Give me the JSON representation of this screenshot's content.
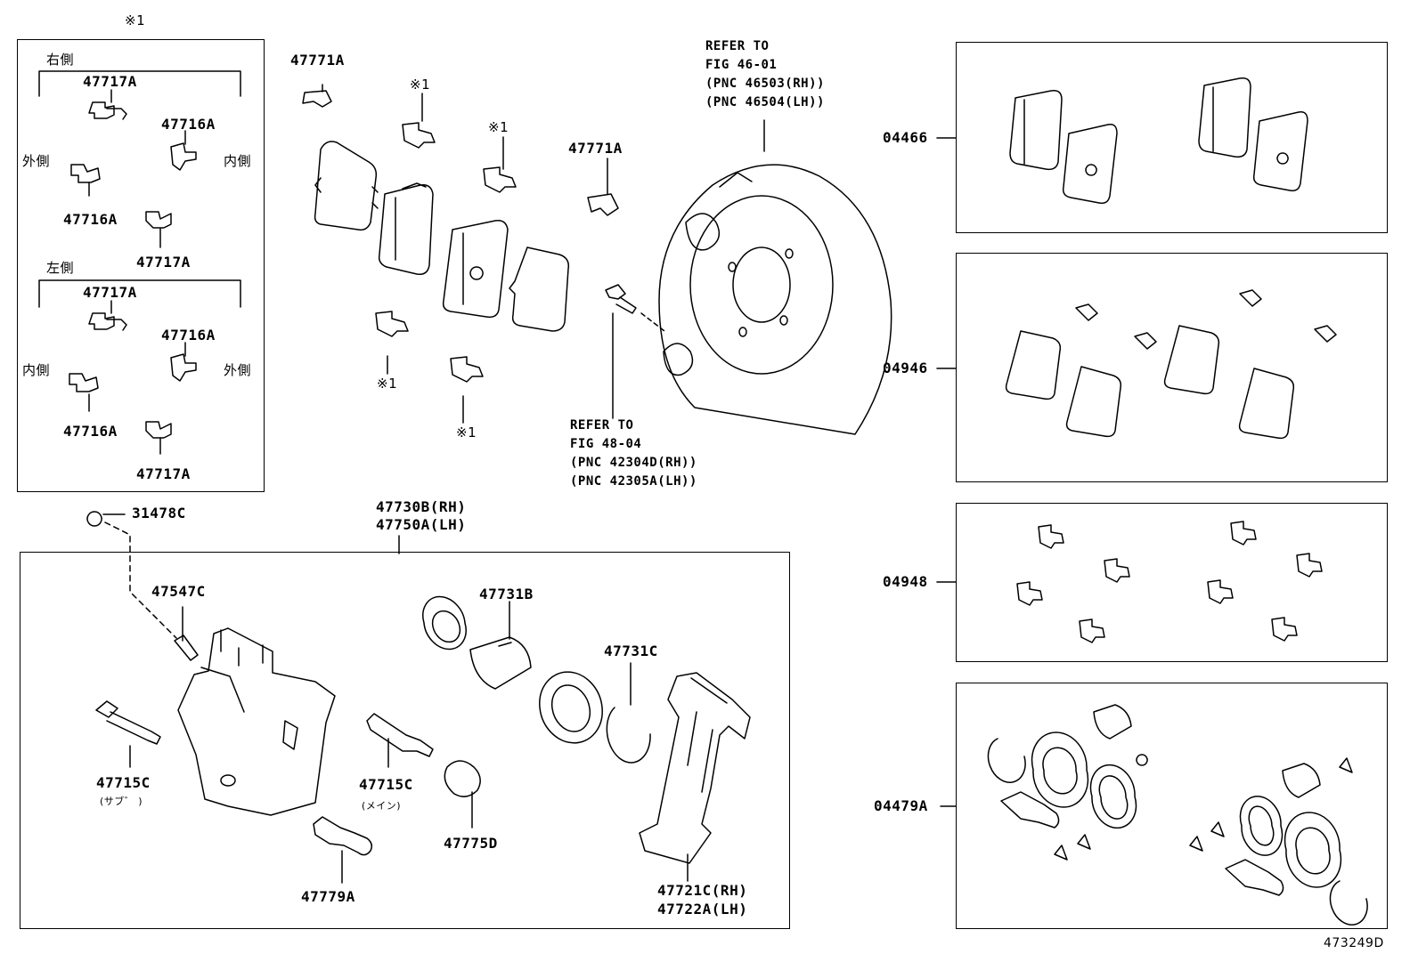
{
  "inset": {
    "mark_top": "※1",
    "right_side": "右側",
    "left_side": "左側",
    "outer_a": "外側",
    "inner_a": "内側",
    "inner_b": "内側",
    "outer_b": "外側",
    "r_47717a_1": "47717A",
    "r_47716a_1": "47716A",
    "r_47716a_2": "47716A",
    "r_47717a_2": "47717A",
    "l_47717a_1": "47717A",
    "l_47716a_1": "47716A",
    "l_47716a_2": "47716A",
    "l_47717a_2": "47717A"
  },
  "parts": {
    "p47771a_1": "47771A",
    "p47771a_2": "47771A",
    "mark1_a": "※1",
    "mark1_b": "※1",
    "mark1_c": "※1",
    "mark1_d": "※1",
    "refer1_l1": "REFER TO",
    "refer1_l2": "FIG 46-01",
    "refer1_l3": "(PNC 46503(RH))",
    "refer1_l4": "(PNC 46504(LH))",
    "refer2_l1": "REFER TO",
    "refer2_l2": "FIG 48-04",
    "refer2_l3": "(PNC 42304D(RH))",
    "refer2_l4": "(PNC 42305A(LH))",
    "p31478c": "31478C",
    "p47730b": "47730B(RH)",
    "p47750a": "47750A(LH)",
    "p47547c": "47547C",
    "p47731b": "47731B",
    "p47731c": "47731C",
    "p47715c_sub": "47715C",
    "sub_note": "(サブ゛ )",
    "p47715c_main": "47715C",
    "main_note": "(メイン)",
    "p47775d": "47775D",
    "p47779a": "47779A",
    "p47721c": "47721C(RH)",
    "p47722a": "47722A(LH)"
  },
  "kits": {
    "k04466": "04466",
    "k04946": "04946",
    "k04948": "04948",
    "k04479a": "04479A"
  },
  "figure_id": "473249D"
}
